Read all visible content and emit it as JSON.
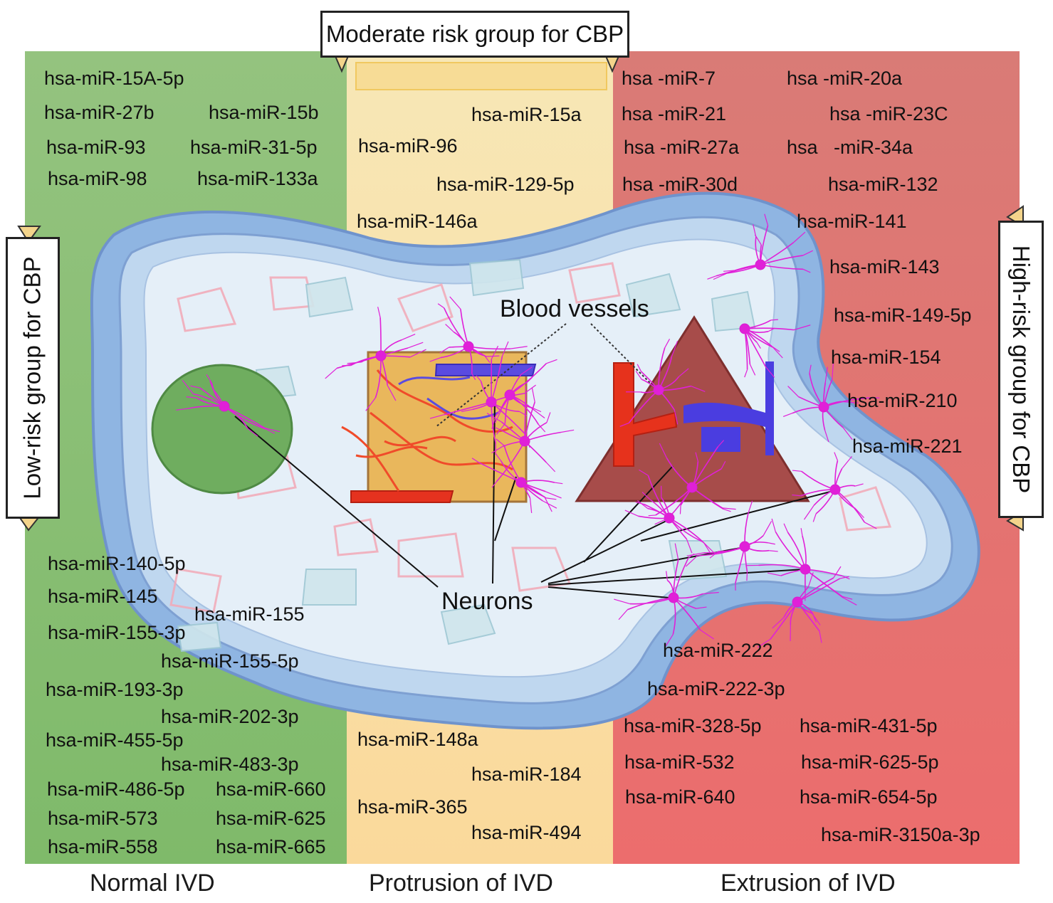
{
  "risk_groups": {
    "moderate": "Moderate risk group for CBP",
    "low": "Low-risk group for CBP",
    "high": "High-risk group for CBP"
  },
  "stages": {
    "normal": "Normal IVD",
    "protrusion": "Protrusion of IVD",
    "extrusion": "Extrusion of IVD"
  },
  "labels": {
    "blood_vessels": "Blood vessels",
    "neurons": "Neurons"
  },
  "normal_top": [
    "hsa-miR-15A-5p",
    "hsa-miR-27b",
    "hsa-miR-15b",
    "hsa-miR-93",
    "hsa-miR-31-5p",
    "hsa-miR-98",
    "hsa-miR-133a"
  ],
  "normal_bottom": [
    "hsa-miR-140-5p",
    "hsa-miR-145",
    "hsa-miR-155",
    "hsa-miR-155-3p",
    "hsa-miR-155-5p",
    "hsa-miR-193-3p",
    "hsa-miR-202-3p",
    "hsa-miR-455-5p",
    "hsa-miR-483-3p",
    "hsa-miR-486-5p",
    "hsa-miR-660",
    "hsa-miR-573",
    "hsa-miR-625",
    "hsa-miR-558",
    "hsa-miR-665"
  ],
  "protrusion_top": [
    "hsa-miR-15a",
    "hsa-miR-96",
    "hsa-miR-129-5p",
    "hsa-miR-146a"
  ],
  "protrusion_bottom": [
    "hsa-miR-148a",
    "hsa-miR-184",
    "hsa-miR-365",
    "hsa-miR-494"
  ],
  "extrusion_top": [
    "hsa -miR-7",
    "hsa -miR-20a",
    "hsa -miR-21",
    "hsa -miR-23C",
    "hsa -miR-27a",
    "hsa   -miR-34a",
    "hsa -miR-30d",
    "hsa-miR-132",
    "hsa-miR-141"
  ],
  "extrusion_right": [
    "hsa-miR-143",
    "hsa-miR-149-5p",
    "hsa-miR-154",
    "hsa-miR-210",
    "hsa-miR-221"
  ],
  "extrusion_bottom": [
    "hsa-miR-222",
    "hsa-miR-222-3p",
    "hsa-miR-328-5p",
    "hsa-miR-431-5p",
    "hsa-miR-532",
    "hsa-miR-625-5p",
    "hsa-miR-640",
    "hsa-miR-654-5p",
    "hsa-miR-3150a-3p"
  ],
  "colors": {
    "normal": "#8cc07a",
    "protrusion": "#f8dfa0",
    "extrusion": "#e57373",
    "neuron": "#e020d8",
    "vessel_red": "#e8321e",
    "vessel_blue": "#4d3ee6"
  }
}
